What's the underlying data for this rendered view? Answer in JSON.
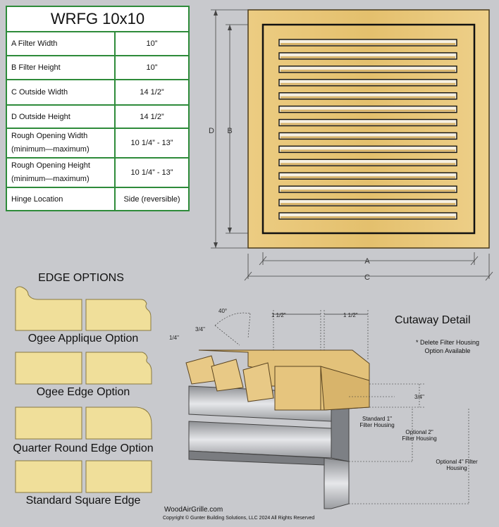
{
  "table": {
    "title": "WRFG 10x10",
    "rows": [
      {
        "label": "A  Filter Width",
        "value": "10”"
      },
      {
        "label": "B  Filter Height",
        "value": "10”"
      },
      {
        "label": "C   Outside Width",
        "value": "14 1/2”"
      },
      {
        "label": "D  Outside Height",
        "value": "14 1/2”"
      },
      {
        "label_line1": "Rough Opening Width",
        "label_line2": "(minimum—maximum)",
        "value": "10 1/4” - 13”"
      },
      {
        "label_line1": "Rough Opening Height",
        "label_line2": "(minimum—maximum)",
        "value": "10 1/4” - 13”"
      },
      {
        "label": "Hinge Location",
        "value": "Side (reversible)"
      }
    ]
  },
  "grille": {
    "dim_labels": {
      "a": "A",
      "b": "B",
      "c": "C",
      "d": "D"
    },
    "wood_color": "#e8c97c",
    "louver_count": 14
  },
  "edge_options": {
    "title": "EDGE OPTIONS",
    "items": [
      {
        "label": "Ogee Applique Option"
      },
      {
        "label": "Ogee Edge Option"
      },
      {
        "label": "Quarter Round Edge Option"
      },
      {
        "label": "Standard Square Edge"
      }
    ],
    "fill_color": "#f0df9a"
  },
  "cutaway": {
    "title": "Cutaway Detail",
    "note": "* Delete Filter Housing Option Available",
    "dims": {
      "angle": "40°",
      "d1": "1 1/2\"",
      "d2": "1 1/2\"",
      "d3": "3/4\"",
      "d4": "1/4\"",
      "d5": "3/4\""
    },
    "housing_labels": [
      "Standard 1\" Filter Housing",
      "Optional 2\" Filter Housing",
      "Optional 4\" Filter Housing"
    ]
  },
  "footer": {
    "site": "WoodAirGrille.com",
    "copyright": "Copyright ©  Gunter Building Solutions, LLC 2024 All Rights Reserved"
  }
}
